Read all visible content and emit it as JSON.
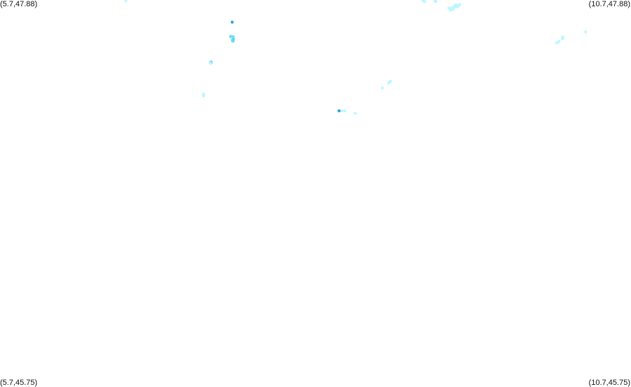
{
  "corners": {
    "top_left": "(5.7,47.88)",
    "top_right": "(10.7,47.88)",
    "bottom_left": "(5.7,45.75)",
    "bottom_right": "(10.7,45.75)"
  },
  "bounds": {
    "lon_min": 5.7,
    "lon_max": 10.7,
    "lat_min": 45.75,
    "lat_max": 47.88
  },
  "colors": {
    "light": "#b8f6ff",
    "medium": "#5fd6f4",
    "dark": "#1b9bd6"
  },
  "points": [
    {
      "lon": 6.697,
      "lat": 47.88,
      "level": "light"
    },
    {
      "lon": 7.54,
      "lat": 47.758,
      "level": "dark"
    },
    {
      "lon": 7.53,
      "lat": 47.678,
      "level": "medium"
    },
    {
      "lon": 7.545,
      "lat": 47.676,
      "level": "medium"
    },
    {
      "lon": 7.538,
      "lat": 47.668,
      "level": "light"
    },
    {
      "lon": 7.548,
      "lat": 47.664,
      "level": "medium"
    },
    {
      "lon": 7.545,
      "lat": 47.656,
      "level": "medium"
    },
    {
      "lon": 7.372,
      "lat": 47.537,
      "level": "medium"
    },
    {
      "lon": 7.368,
      "lat": 47.532,
      "level": "light"
    },
    {
      "lon": 7.312,
      "lat": 47.362,
      "level": "light"
    },
    {
      "lon": 7.313,
      "lat": 47.352,
      "level": "light"
    },
    {
      "lon": 9.053,
      "lat": 47.877,
      "level": "light"
    },
    {
      "lon": 9.064,
      "lat": 47.871,
      "level": "light"
    },
    {
      "lon": 9.148,
      "lat": 47.88,
      "level": "light"
    },
    {
      "lon": 9.153,
      "lat": 47.872,
      "level": "light"
    },
    {
      "lon": 9.257,
      "lat": 47.836,
      "level": "light"
    },
    {
      "lon": 9.28,
      "lat": 47.838,
      "level": "light"
    },
    {
      "lon": 9.298,
      "lat": 47.843,
      "level": "light"
    },
    {
      "lon": 9.308,
      "lat": 47.852,
      "level": "light"
    },
    {
      "lon": 9.322,
      "lat": 47.851,
      "level": "light"
    },
    {
      "lon": 9.343,
      "lat": 47.855,
      "level": "light"
    },
    {
      "lon": 9.33,
      "lat": 47.845,
      "level": "light"
    },
    {
      "lon": 9.29,
      "lat": 47.828,
      "level": "light"
    },
    {
      "lon": 9.312,
      "lat": 47.842,
      "level": "light"
    },
    {
      "lon": 9.27,
      "lat": 47.825,
      "level": "light"
    },
    {
      "lon": 10.16,
      "lat": 47.675,
      "level": "light"
    },
    {
      "lon": 10.157,
      "lat": 47.667,
      "level": "light"
    },
    {
      "lon": 10.13,
      "lat": 47.652,
      "level": "light"
    },
    {
      "lon": 10.112,
      "lat": 47.644,
      "level": "light"
    },
    {
      "lon": 10.34,
      "lat": 47.705,
      "level": "light"
    },
    {
      "lon": 8.795,
      "lat": 47.433,
      "level": "light"
    },
    {
      "lon": 8.787,
      "lat": 47.428,
      "level": "light"
    },
    {
      "lon": 8.78,
      "lat": 47.423,
      "level": "light"
    },
    {
      "lon": 8.73,
      "lat": 47.396,
      "level": "light"
    },
    {
      "lon": 8.387,
      "lat": 47.27,
      "level": "dark"
    },
    {
      "lon": 8.412,
      "lat": 47.27,
      "level": "light"
    },
    {
      "lon": 8.433,
      "lat": 47.27,
      "level": "light"
    },
    {
      "lon": 8.515,
      "lat": 47.256,
      "level": "light"
    }
  ]
}
